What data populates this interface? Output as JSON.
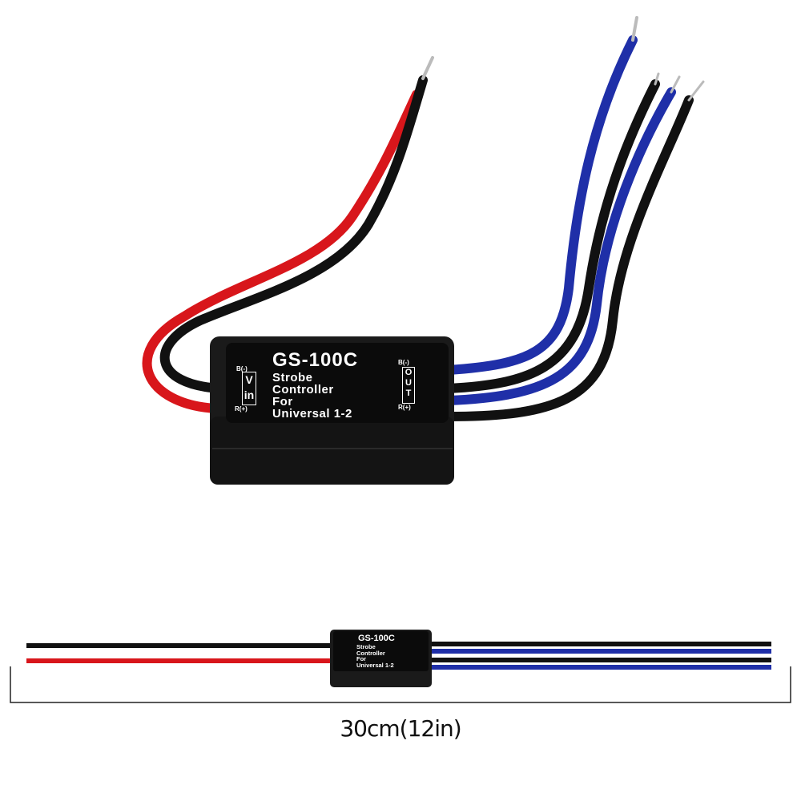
{
  "product": {
    "model": "GS-100C",
    "description_lines": [
      "Strobe",
      "Controller",
      "For",
      "Universal 1-2"
    ],
    "input_label": {
      "top_pin": "B(-)",
      "bottom_pin": "R(+)",
      "box_lines": [
        "V",
        "in"
      ]
    },
    "output_label": {
      "top_pin": "B(-)",
      "bottom_pin": "R(+)",
      "box_lines": [
        "O",
        "U",
        "T"
      ]
    }
  },
  "wires": {
    "input": [
      "black",
      "red"
    ],
    "output": [
      "blue",
      "black",
      "blue",
      "black"
    ]
  },
  "colors": {
    "red_wire": "#d8161b",
    "black_wire": "#111111",
    "blue_wire": "#1f2fa8",
    "housing": "#1a1a1a"
  },
  "dimension": {
    "caption": "30cm(12in)"
  }
}
